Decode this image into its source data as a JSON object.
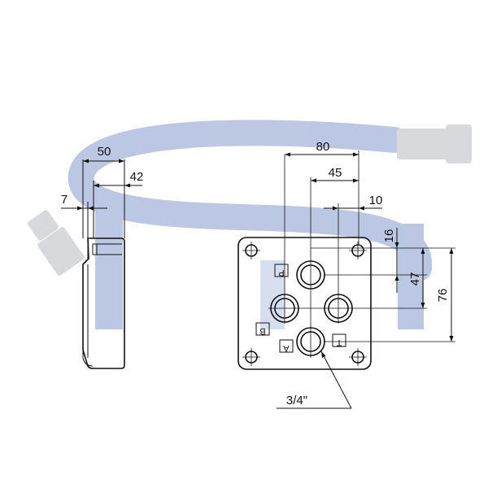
{
  "colors": {
    "line": "#111111",
    "watermark_blue": "#b9c6e2",
    "watermark_gray": "#d6d8dc",
    "background": "#ffffff"
  },
  "dimensions": {
    "side_width": "50",
    "side_offset": "42",
    "side_lip": "7",
    "hole_span": "80",
    "port_offset_x": "45",
    "port_t_x": "10",
    "port_top_y": "16",
    "port_mid_y": "47",
    "port_bottom_y": "76",
    "thread_size": "3/4\""
  },
  "ports": {
    "p": "P",
    "b": "B",
    "a": "A",
    "t": "T"
  }
}
